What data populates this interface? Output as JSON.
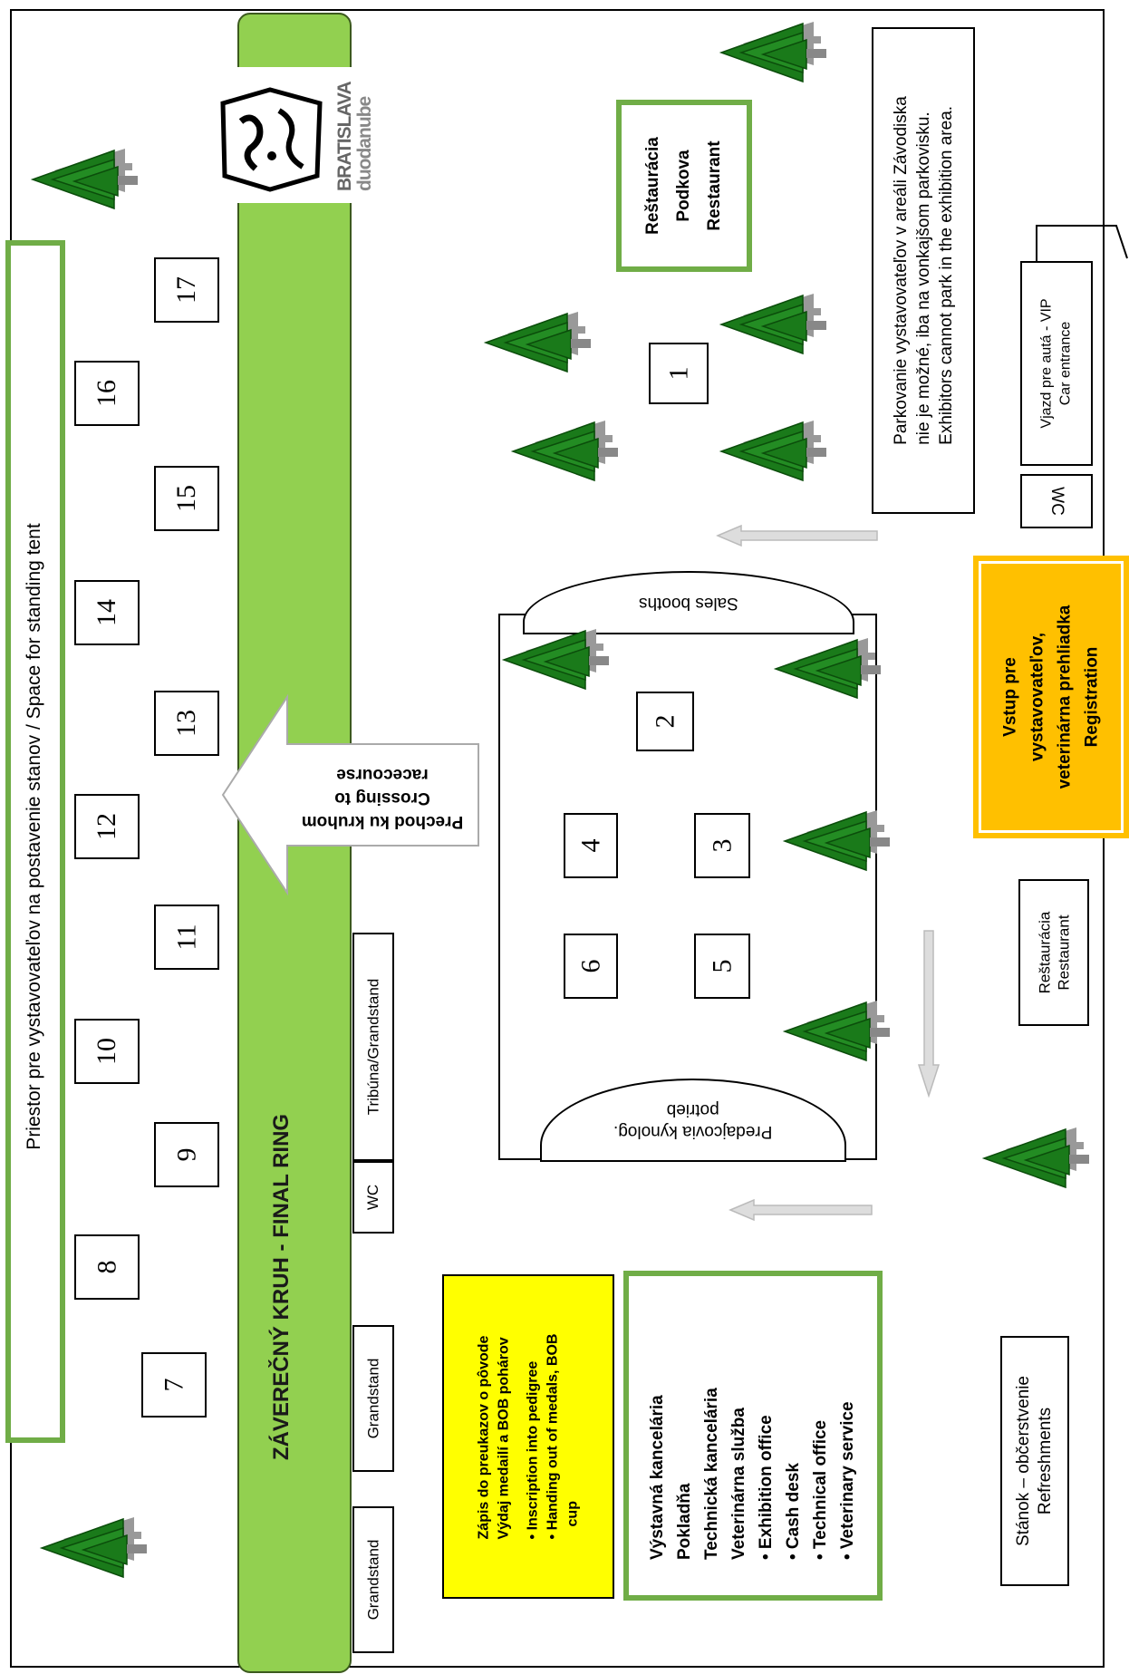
{
  "map": {
    "tent_area_label": "Priestor pre vystavovateľov na postavenie stanov / Space for standing tent",
    "final_ring_label": "ZÁVEREČNÝ KRUH - FINAL RING",
    "logo": {
      "line1": "BRATISLAVA",
      "line2": "duodanube"
    },
    "crossing": {
      "line1": "Prechod ku kruhom",
      "line2": "Crossing to",
      "line3": "racecourse"
    },
    "restaurant_podkova": {
      "line1": "Reštaurácia",
      "line2": "Podkova",
      "line3": "Restaurant"
    },
    "parking_note": {
      "line1": "Parkovanie vystavovateľov v areáli Závodiska",
      "line2": "nie je možné, iba na vonkajšom parkovisku.",
      "line3": "Exhibitors cannot park in the exhibition area."
    },
    "vip_entrance": {
      "line1": "Vjazd pre autá - VIP",
      "line2": "Car entrance"
    },
    "wc_label": "WC",
    "registration": {
      "line1": "Vstup pre",
      "line2": "vystavovateľov,",
      "line3": "veterinárna prehliadka",
      "line4": "Registration"
    },
    "restaurant2": {
      "line1": "Reštaurácia",
      "line2": "Restaurant"
    },
    "refreshments": {
      "line1": "Stánok – občerstvenie",
      "line2": "Refreshments"
    },
    "sales_booths": "Sales booths",
    "dog_shop": {
      "line1": "Predajcovia kynolog.",
      "line2": "potrieb"
    },
    "grandstand_labels": [
      "Grandstand",
      "Grandstand",
      "WC",
      "Tribúna/Grandstand"
    ],
    "pedigree_box": {
      "line1": "Zápis do preukazov o pôvode",
      "line2": "Výdaj medailí a BOB pohárov",
      "bullet1": "Inscription into pedigree",
      "bullet2": "Handing out of medals, BOB",
      "bullet2b": "cup"
    },
    "office_box": {
      "line1": "Výstavná kancelária",
      "line2": "Pokladňa",
      "line3": "Technická kancelária",
      "line4": "Veterinárna služba",
      "bullet1": "Exhibition office",
      "bullet2": "Cash desk",
      "bullet3": "Technical office",
      "bullet4": "Veterinary service"
    },
    "ring_numbers": [
      "1",
      "2",
      "3",
      "4",
      "5",
      "6",
      "7",
      "8",
      "9",
      "10",
      "11",
      "12",
      "13",
      "14",
      "15",
      "16",
      "17"
    ],
    "colors": {
      "ring_green": "#92d050",
      "border_green": "#70ad47",
      "registration_orange": "#ffc000",
      "pedigree_yellow": "#ffff00",
      "tree_green": "#1a7a1a"
    }
  }
}
